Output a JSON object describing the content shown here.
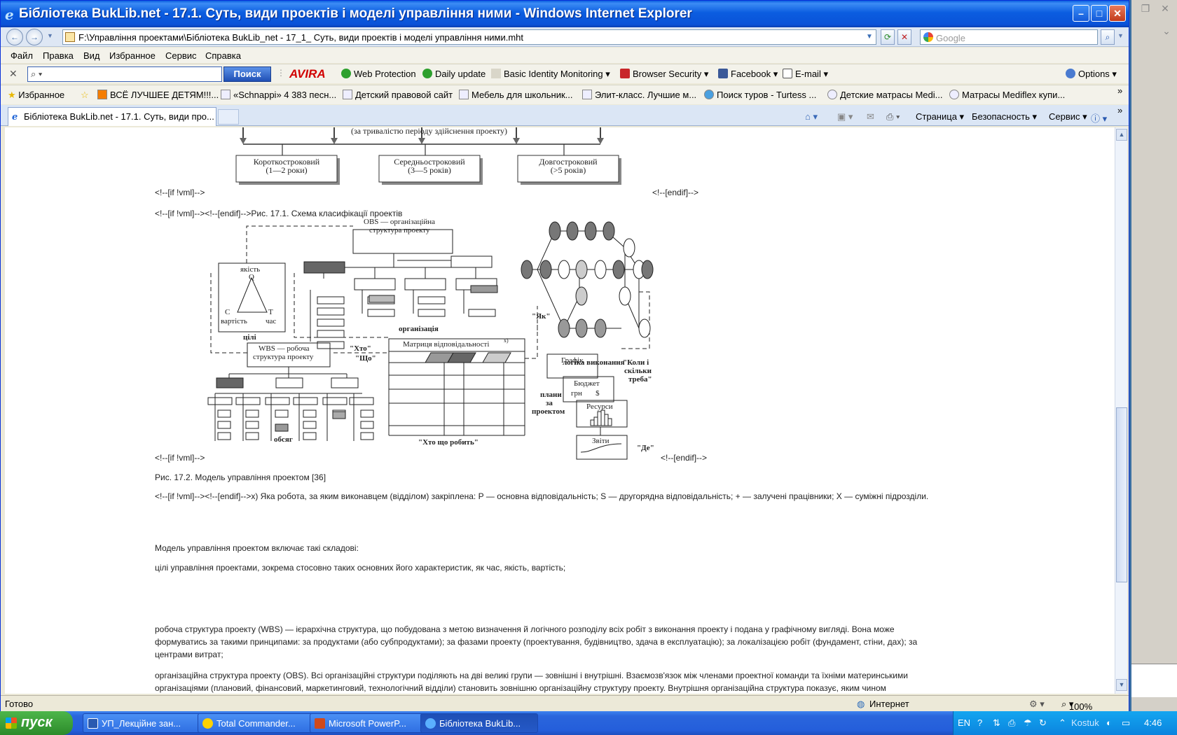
{
  "window": {
    "title": "Бібліотека BukLib.net - 17.1. Суть, види проектів і моделі управління ними - Windows Internet Explorer"
  },
  "address": {
    "url": "F:\\Управління проектами\\Бібліотека BukLib_net - 17_1_ Суть, види проектів і моделі управління ними.mht",
    "search_placeholder": "Google"
  },
  "menu": [
    "Файл",
    "Правка",
    "Вид",
    "Избранное",
    "Сервис",
    "Справка"
  ],
  "avira": {
    "search_button": "Поиск",
    "logo": "AVIRA",
    "items": [
      "Web Protection",
      "Daily update",
      "Basic Identity Monitoring",
      "Browser Security",
      "Facebook",
      "E-mail"
    ],
    "options": "Options"
  },
  "favorites": {
    "label": "Избранное",
    "items": [
      "ВСЁ ЛУЧШЕЕ ДЕТЯМ!!!...",
      "«Schnappi» 4 383 песн...",
      "Детский правовой сайт",
      "Мебель для школьник...",
      "Элит-класс. Лучшие м...",
      "Поиск туров - Turtess ...",
      "Детские матрасы Medi...",
      "Матрасы Mediflex купи..."
    ]
  },
  "tabs": {
    "active": "Бібліотека BukLib.net - 17.1. Суть, види про...",
    "commands": [
      "Страница",
      "Безопасность",
      "Сервис"
    ]
  },
  "content": {
    "fig1": {
      "top_note": "(за тривалістю періоду здійснення проекту)",
      "boxes": [
        {
          "line1": "Короткостроковий",
          "line2": "(1—2 роки)"
        },
        {
          "line1": "Середньостроковий",
          "line2": "(3—5 років)"
        },
        {
          "line1": "Довгостроковий",
          "line2": "(>5 років)"
        }
      ]
    },
    "vml1": "<!--[if !vml]-->",
    "endif1": "<!--[endif]-->",
    "caption1": "<!--[if !vml]--><!--[endif]-->Рис. 17.1. Схема класифікації проектів",
    "fig2": {
      "obs": [
        "OBS — організаційна",
        "структура проекту"
      ],
      "goals": {
        "q_label": "якість",
        "q": "Q",
        "c": "C",
        "t": "T",
        "cost": "вартість",
        "time": "час",
        "caption": "цілі"
      },
      "org": "організація",
      "who": "\"Хто\"",
      "how": "\"Як\"",
      "logic": "логіка виконання",
      "wbs": [
        "WBS — робоча",
        "структура проекту"
      ],
      "what": "\"Що\"",
      "matrix_title": "Матриця відповідальності",
      "matrix_sup": "x)",
      "matrix_caption": "\"Хто що робить\"",
      "scope": "обсяг",
      "plans": [
        "плани",
        "за",
        "проектом"
      ],
      "schedule": "Графік",
      "budget": [
        "Бюджет",
        "грн       $"
      ],
      "resources": "Ресурси",
      "reports": "Звіти",
      "when": [
        "\"Коли і",
        "скільки",
        "треба\""
      ],
      "where": "\"Де\""
    },
    "vml2": "<!--[if !vml]-->",
    "endif2": "<!--[endif]-->",
    "caption2": "Рис. 17.2. Модель управління проектом [36]",
    "footnote": "<!--[if !vml]--><!--[endif]-->x) Яка робота, за яким виконавцем (відділом) закріплена: Р — основна відповідальність; S — другорядна відповідальність; + — залучені працівники; X — суміжні підрозділи.",
    "p1": "Модель управління проектом включає такі складові:",
    "p2": "цілі управління проектами, зокрема стосовно таких основних його характеристик, як час, якість, вартість;",
    "p3": "робоча структура проекту (WBS) — ієрархічна структура, що побудована з метою визначення й логічного розподілу всіх робіт з виконання проекту і подана у графічному вигляді. Вона може формуватись за такими принципами: за продуктами (або субпродуктами); за фазами проекту (проектування, будівництво, здача в експлуатацію); за локалізацією робіт (фундамент, стіни, дах); за центрами витрат;",
    "p4": "організаційна структура проекту (OBS). Всі організаційні структури поділяють на дві великі групи — зовнішні і внутрішні. Взаємозв'язок між членами проектної команди та їхніми материнськими організаціями (плановий, фінансовий, маркетинговий, технологічний відділи) становить зовнішню організаційну структуру проекту. Внутрішня організаційна структура показує, яким чином"
  },
  "status": {
    "left": "Готово",
    "zone": "Интернет",
    "zoom": "100%"
  },
  "taskbar": {
    "start": "пуск",
    "tasks": [
      "УП_Лекційне зан...",
      "Total Commander...",
      "Microsoft PowerP...",
      "Бібліотека BukLib..."
    ],
    "lang": "EN",
    "user": "Kostuk",
    "clock": "4:46"
  }
}
